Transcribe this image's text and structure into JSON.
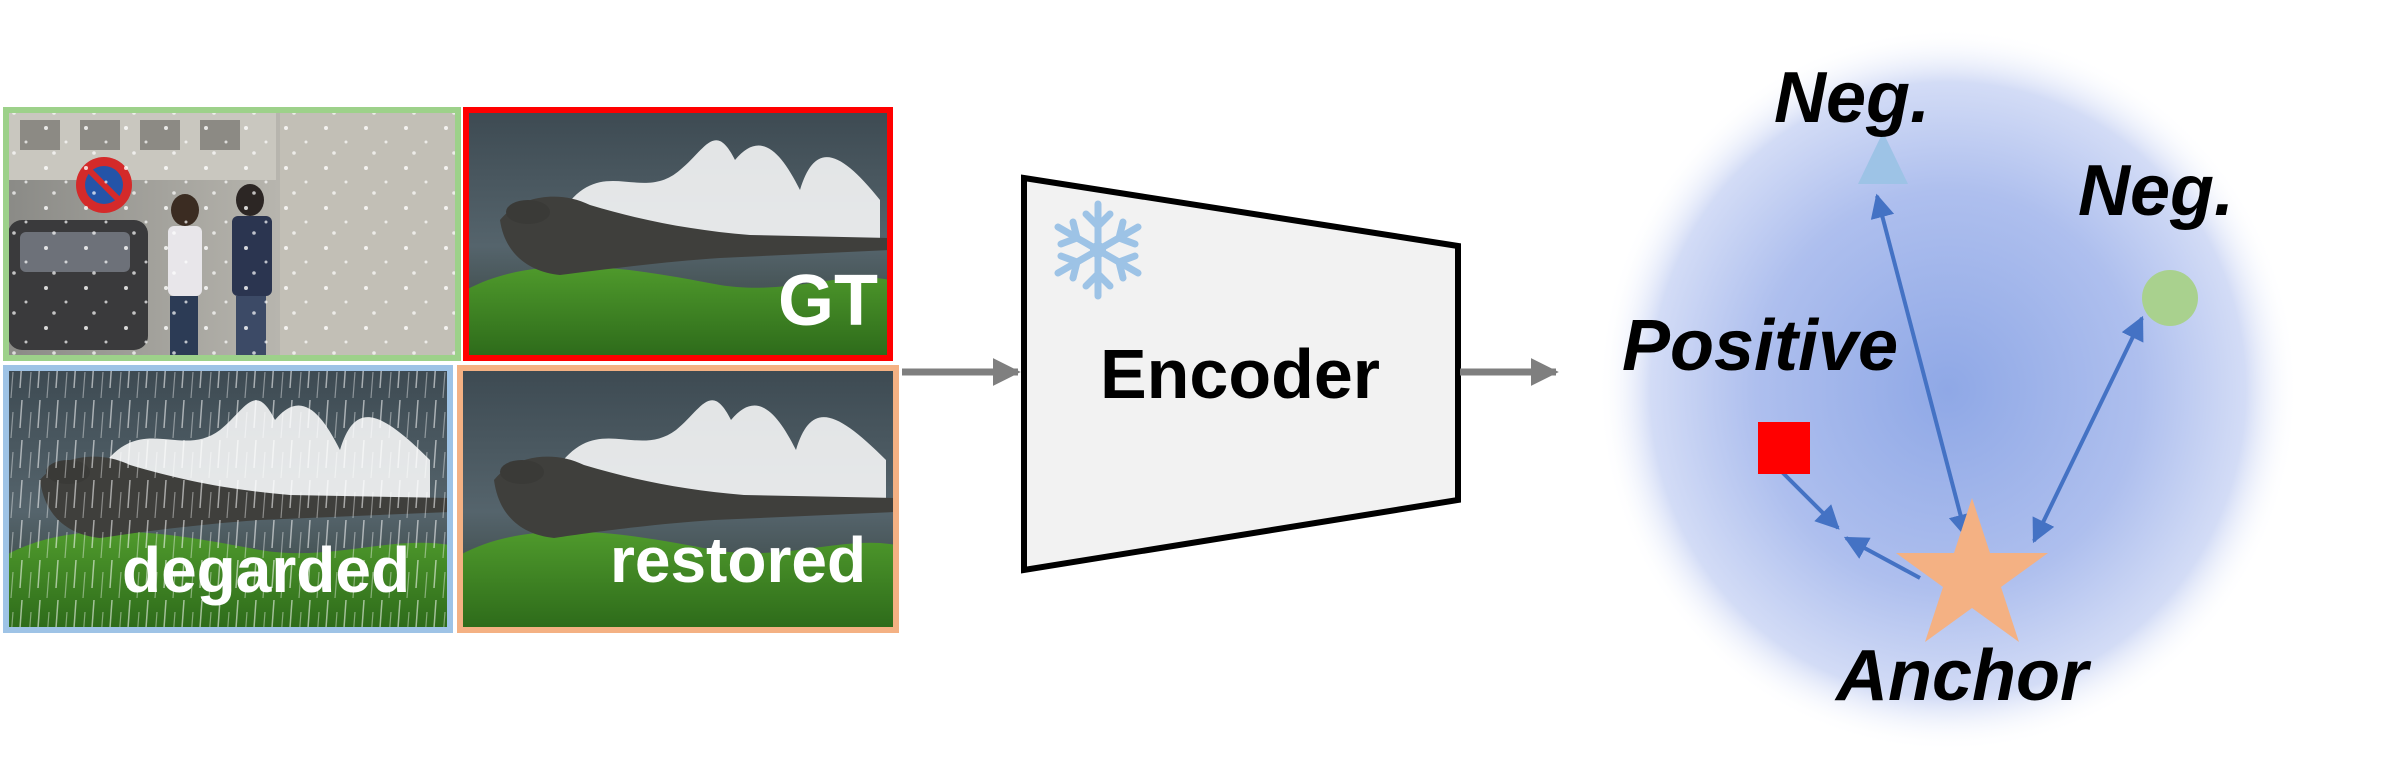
{
  "images": {
    "street": {
      "label": "",
      "border_color": "#9dd18a"
    },
    "gt": {
      "label": "GT",
      "border_color": "#ff0000"
    },
    "degraded": {
      "label": "degarded",
      "border_color": "#9ec3e6"
    },
    "restored": {
      "label": "restored",
      "border_color": "#f4b183"
    }
  },
  "encoder": {
    "label": "Encoder",
    "icon": "snowflake-icon",
    "icon_color": "#9dc3e6"
  },
  "embedding_space": {
    "labels": {
      "neg_top": "Neg.",
      "neg_right": "Neg.",
      "positive": "Positive",
      "anchor": "Anchor"
    },
    "marker_colors": {
      "neg_triangle": "#9dc3e6",
      "neg_circle": "#a9d18e",
      "positive_square": "#ff0000",
      "anchor_star": "#f4b183",
      "arrows": "#4472c4"
    }
  }
}
